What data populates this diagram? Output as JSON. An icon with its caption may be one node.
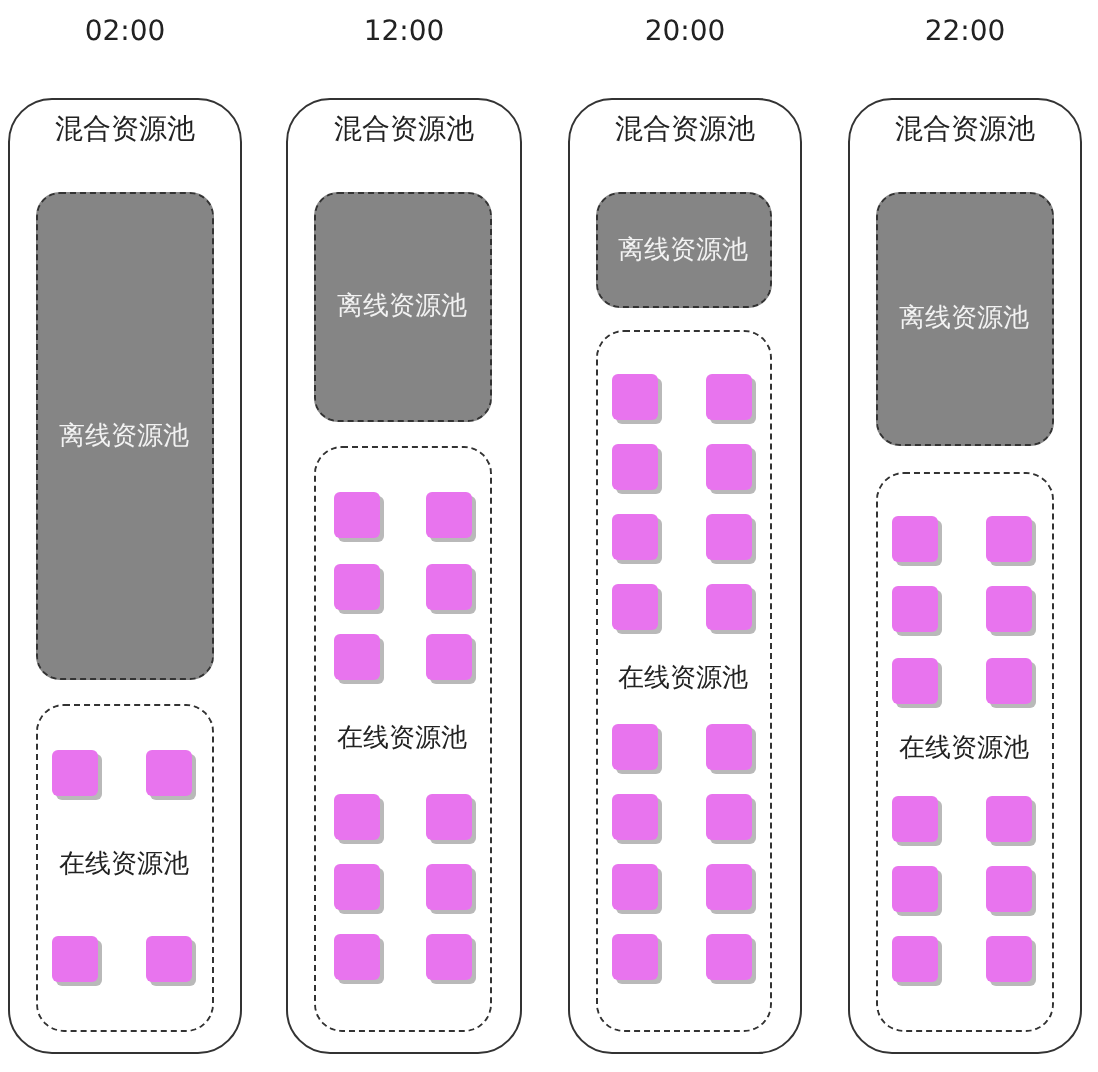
{
  "diagram": {
    "nodes": [
      {
        "text": [
          "02:00",
          "混合资源池"
        ]
      },
      {
        "text": [
          "离线资源池"
        ],
        "in": 0
      },
      {
        "text": [
          "在线资源池"
        ],
        "in": 0
      },
      {
        "text": [
          "12:00",
          "混合资源池"
        ]
      },
      {
        "text": [
          "离线资源池"
        ],
        "in": 3
      },
      {
        "text": [
          "在线资源池"
        ],
        "in": 3
      },
      {
        "text": [
          "20:00",
          "混合资源池"
        ]
      },
      {
        "text": [
          "离线资源池"
        ],
        "in": 6
      },
      {
        "text": [
          "在线资源池"
        ],
        "in": 6
      },
      {
        "text": [
          "22:00",
          "混合资源池"
        ]
      },
      {
        "text": [
          "离线资源池"
        ],
        "in": 9
      },
      {
        "text": [
          "在线资源池"
        ],
        "in": 9
      }
    ]
  }
}
